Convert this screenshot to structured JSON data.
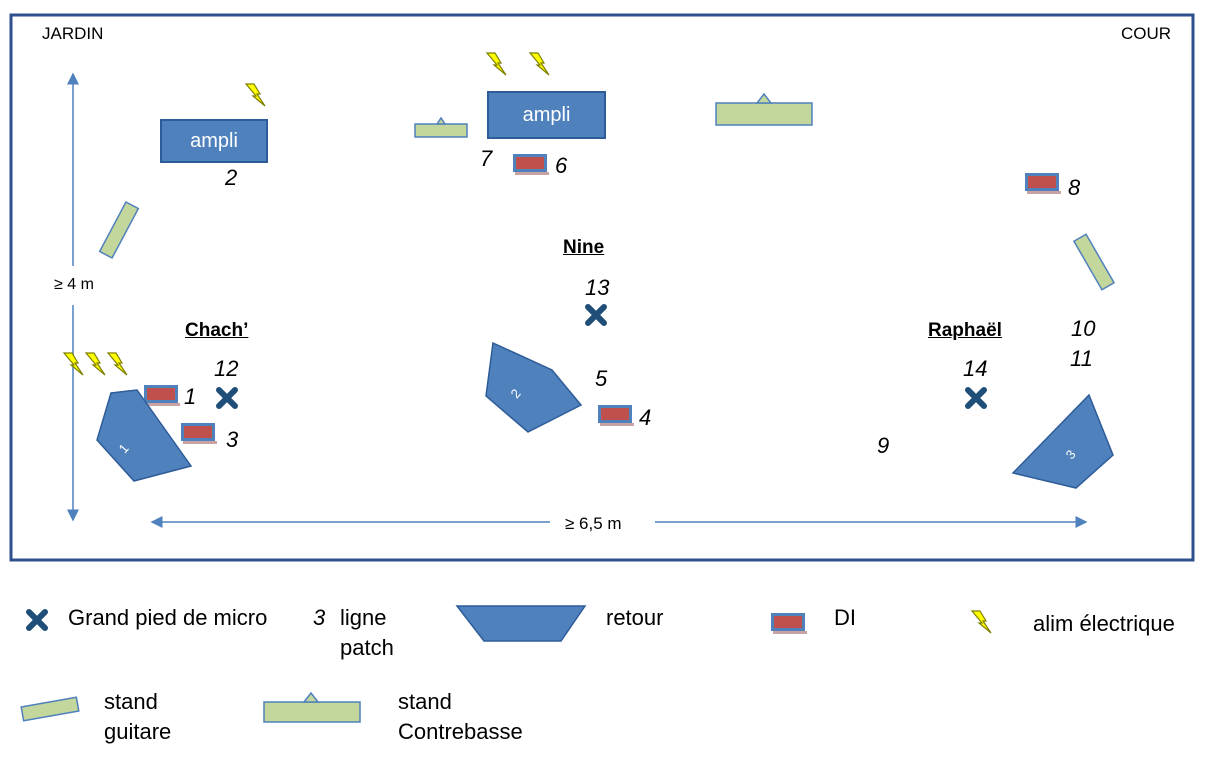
{
  "stage": {
    "left_corner": "JARDIN",
    "right_corner": "COUR",
    "depth_label": "≥ 4 m",
    "width_label": "≥ 6,5 m"
  },
  "musicians": [
    {
      "name": "Chach’"
    },
    {
      "name": "Nine"
    },
    {
      "name": "Raphaël"
    }
  ],
  "amps": [
    {
      "label": "ampli"
    },
    {
      "label": "ampli"
    }
  ],
  "patch_numbers": [
    "1",
    "2",
    "3",
    "4",
    "5",
    "6",
    "7",
    "8",
    "9",
    "10",
    "11",
    "12",
    "13",
    "14"
  ],
  "monitor_numbers": [
    "1",
    "2",
    "3"
  ],
  "legend": {
    "mic_stand": "Grand pied de micro",
    "patch_number": "3",
    "patch_line": "ligne patch",
    "monitor": "retour",
    "di": "DI",
    "power": "alim électrique",
    "guitar_stand": "stand guitare",
    "bass_stand": "stand Contrebasse"
  },
  "colors": {
    "border": "#2f4f8f",
    "amp_fill": "#4f81bd",
    "amp_stroke": "#2e5c99",
    "stand_fill": "#c3d69b",
    "stand_stroke": "#4f81bd",
    "di_fill": "#c0504d",
    "mic_x": "#1f4e79",
    "lightning": "#ffff00"
  },
  "icons": [
    "mic-stand-x-icon",
    "lightning-icon",
    "monitor-wedge-icon",
    "di-box-icon",
    "guitar-stand-icon",
    "bass-stand-icon",
    "ampli-box"
  ]
}
